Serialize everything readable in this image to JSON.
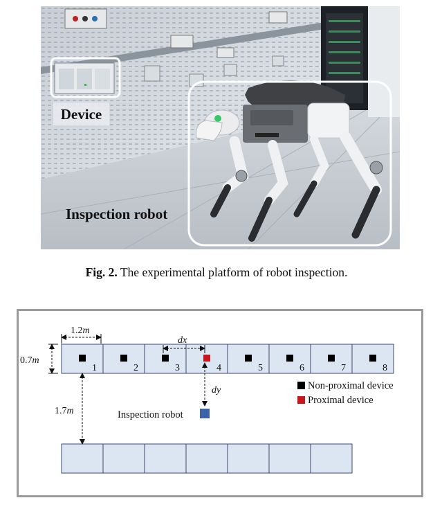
{
  "photo": {
    "device_label": "Device",
    "robot_label": "Inspection robot"
  },
  "caption": {
    "prefix": "Fig. 2.",
    "text": " The experimental platform of robot inspection."
  },
  "layout_diagram": {
    "device_width_label": "1.2",
    "device_height_label": "0.7",
    "row_gap_label": "1.7",
    "unit": "m",
    "dx_label": "dx",
    "dy_label": "dy",
    "robot_label": "Inspection robot",
    "proximal_device_index": 4,
    "devices": [
      "1",
      "2",
      "3",
      "4",
      "5",
      "6",
      "7",
      "8"
    ],
    "bottom_row_cell_count": 7,
    "legend": [
      {
        "label": "Non-proximal device",
        "color": "#000000"
      },
      {
        "label": "Proximal device",
        "color": "#c8161d"
      }
    ],
    "colors": {
      "cell_fill": "#dce6f2",
      "cell_stroke": "#3a4a6e",
      "robot": "#3a63a8",
      "proximal": "#c8161d",
      "non_proximal": "#000000",
      "frame": "#9a9a9a"
    }
  }
}
